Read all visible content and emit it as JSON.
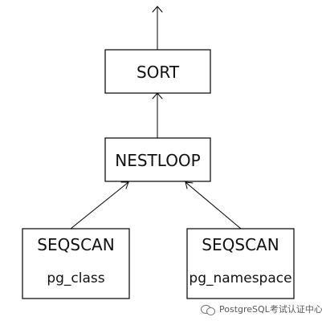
{
  "nodes": {
    "sort": {
      "label": "SORT"
    },
    "nestloop": {
      "label": "NESTLOOP"
    },
    "seqscan_left": {
      "label": "SEQSCAN",
      "table": "pg_class"
    },
    "seqscan_right": {
      "label": "SEQSCAN",
      "table": "pg_namespace"
    }
  },
  "watermark": {
    "text": "PostgreSQL考试认证中心",
    "icon": "wechat-icon"
  }
}
